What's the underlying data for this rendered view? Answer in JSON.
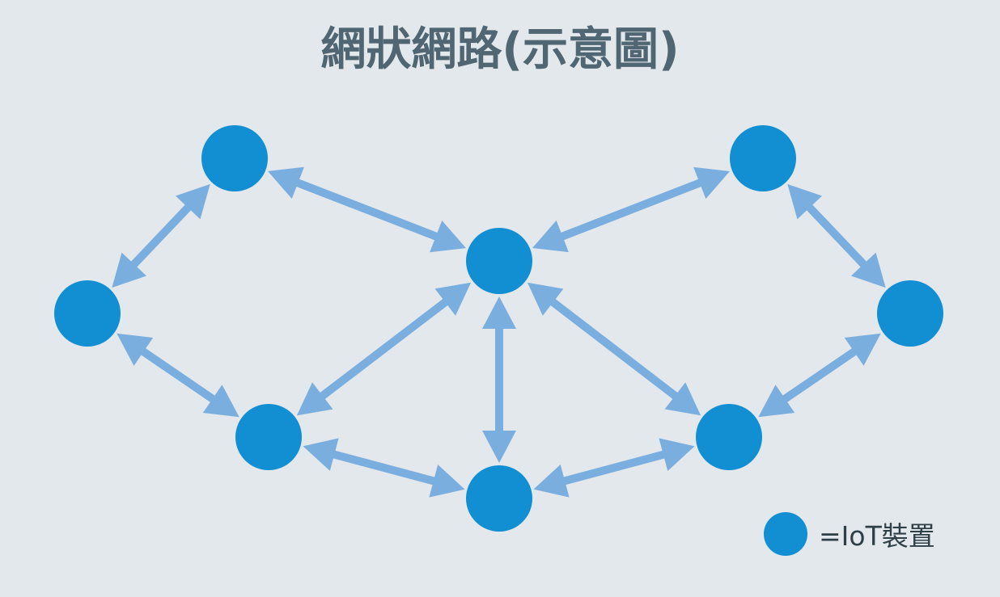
{
  "title": "網狀網路(示意圖)",
  "legend": {
    "label": "=IoT裝置"
  },
  "colors": {
    "background": "#e3e8ec",
    "title": "#506673",
    "node": "#128ed3",
    "edge": "#7aaedf",
    "legend_text": "#2f3f48"
  },
  "icons": {
    "node": "iot-device-circle"
  },
  "nodes": [
    {
      "id": "top-left"
    },
    {
      "id": "top-right"
    },
    {
      "id": "center"
    },
    {
      "id": "far-left"
    },
    {
      "id": "far-right"
    },
    {
      "id": "bottom-left"
    },
    {
      "id": "bottom-right"
    },
    {
      "id": "bottom-center"
    }
  ],
  "edges": [
    {
      "from": "top-left",
      "to": "far-left"
    },
    {
      "from": "top-left",
      "to": "center"
    },
    {
      "from": "top-right",
      "to": "center"
    },
    {
      "from": "top-right",
      "to": "far-right"
    },
    {
      "from": "far-left",
      "to": "bottom-left"
    },
    {
      "from": "far-right",
      "to": "bottom-right"
    },
    {
      "from": "center",
      "to": "bottom-left"
    },
    {
      "from": "center",
      "to": "bottom-right"
    },
    {
      "from": "center",
      "to": "bottom-center"
    },
    {
      "from": "bottom-left",
      "to": "bottom-center"
    },
    {
      "from": "bottom-right",
      "to": "bottom-center"
    }
  ]
}
